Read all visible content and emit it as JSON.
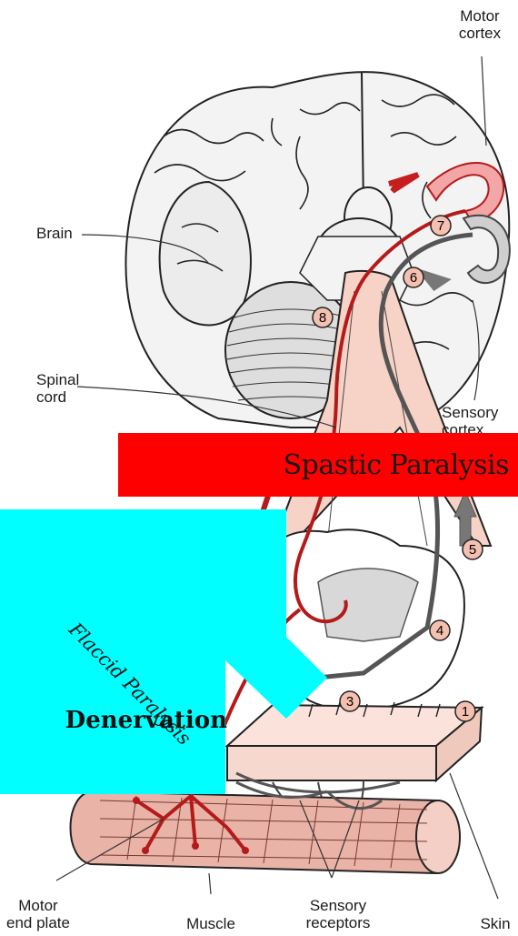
{
  "labels": {
    "motor_cortex": [
      "Motor",
      "cortex"
    ],
    "brain": "Brain",
    "spinal_cord": [
      "Spinal",
      "cord"
    ],
    "sensory_cortex": [
      "Sensory",
      "cortex"
    ],
    "motor_end_plate": [
      "Motor",
      "end plate"
    ],
    "muscle": "Muscle",
    "sensory_receptors": [
      "Sensory",
      "receptors"
    ],
    "skin": "Skin"
  },
  "step_numbers": [
    "1",
    "3",
    "4",
    "5",
    "6",
    "7",
    "8"
  ],
  "overlays": {
    "spastic": "Spastic Paralysis",
    "flaccid": "Flaccid Paralysis",
    "denervation": "Denervation"
  },
  "colors": {
    "pathway_red": "#b51a1a",
    "cortex_pink": "#f2a6a6",
    "cord_pink": "#f6d3c6",
    "banner_red": "#ff0000",
    "overlay_cyan": "#00ffff",
    "badge_fill": "#f4c0b0"
  }
}
